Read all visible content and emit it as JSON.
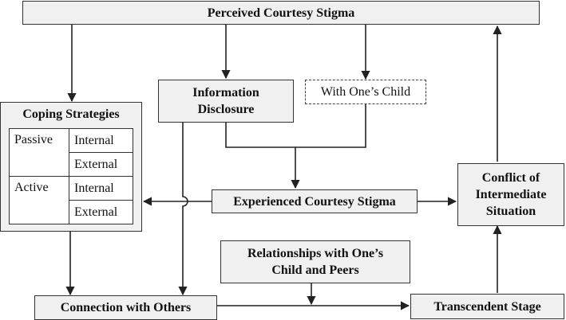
{
  "nodes": {
    "perceived_courtesy_stigma": "Perceived Courtesy Stigma",
    "information_disclosure": "Information Disclosure",
    "with_ones_child": "With One’s Child",
    "coping_strategies": {
      "title": "Coping Strategies",
      "categories": [
        {
          "label": "Passive",
          "items": [
            "Internal",
            "External"
          ]
        },
        {
          "label": "Active",
          "items": [
            "Internal",
            "External"
          ]
        }
      ]
    },
    "experienced_courtesy_stigma": "Experienced Courtesy Stigma",
    "conflict_of_intermediate_situation": "Conflict of Intermediate Situation",
    "relationships": "Relationships with One’s Child and Peers",
    "connection_with_others": "Connection with Others",
    "transcendent_stage": "Transcendent Stage"
  },
  "style": {
    "box_fill": "#f0f0f0",
    "line_color": "#222222"
  },
  "edges": [
    {
      "from": "Perceived Courtesy Stigma",
      "to": "Coping Strategies"
    },
    {
      "from": "Perceived Courtesy Stigma",
      "to": "Information Disclosure"
    },
    {
      "from": "Perceived Courtesy Stigma",
      "to": "With One’s Child"
    },
    {
      "from": "Information Disclosure",
      "to": "Experienced Courtesy Stigma"
    },
    {
      "from": "With One’s Child",
      "to": "Experienced Courtesy Stigma"
    },
    {
      "from": "Experienced Courtesy Stigma",
      "to": "Coping Strategies"
    },
    {
      "from": "Experienced Courtesy Stigma",
      "to": "Conflict of Intermediate Situation"
    },
    {
      "from": "Information Disclosure",
      "to": "Connection with Others"
    },
    {
      "from": "Coping Strategies",
      "to": "Connection with Others"
    },
    {
      "from": "Connection with Others",
      "to": "Transcendent Stage"
    },
    {
      "from": "Relationships with One’s Child and Peers",
      "to": "Connection with Others → Transcendent Stage"
    },
    {
      "from": "Transcendent Stage",
      "to": "Conflict of Intermediate Situation"
    },
    {
      "from": "Conflict of Intermediate Situation",
      "to": "Perceived Courtesy Stigma"
    }
  ]
}
